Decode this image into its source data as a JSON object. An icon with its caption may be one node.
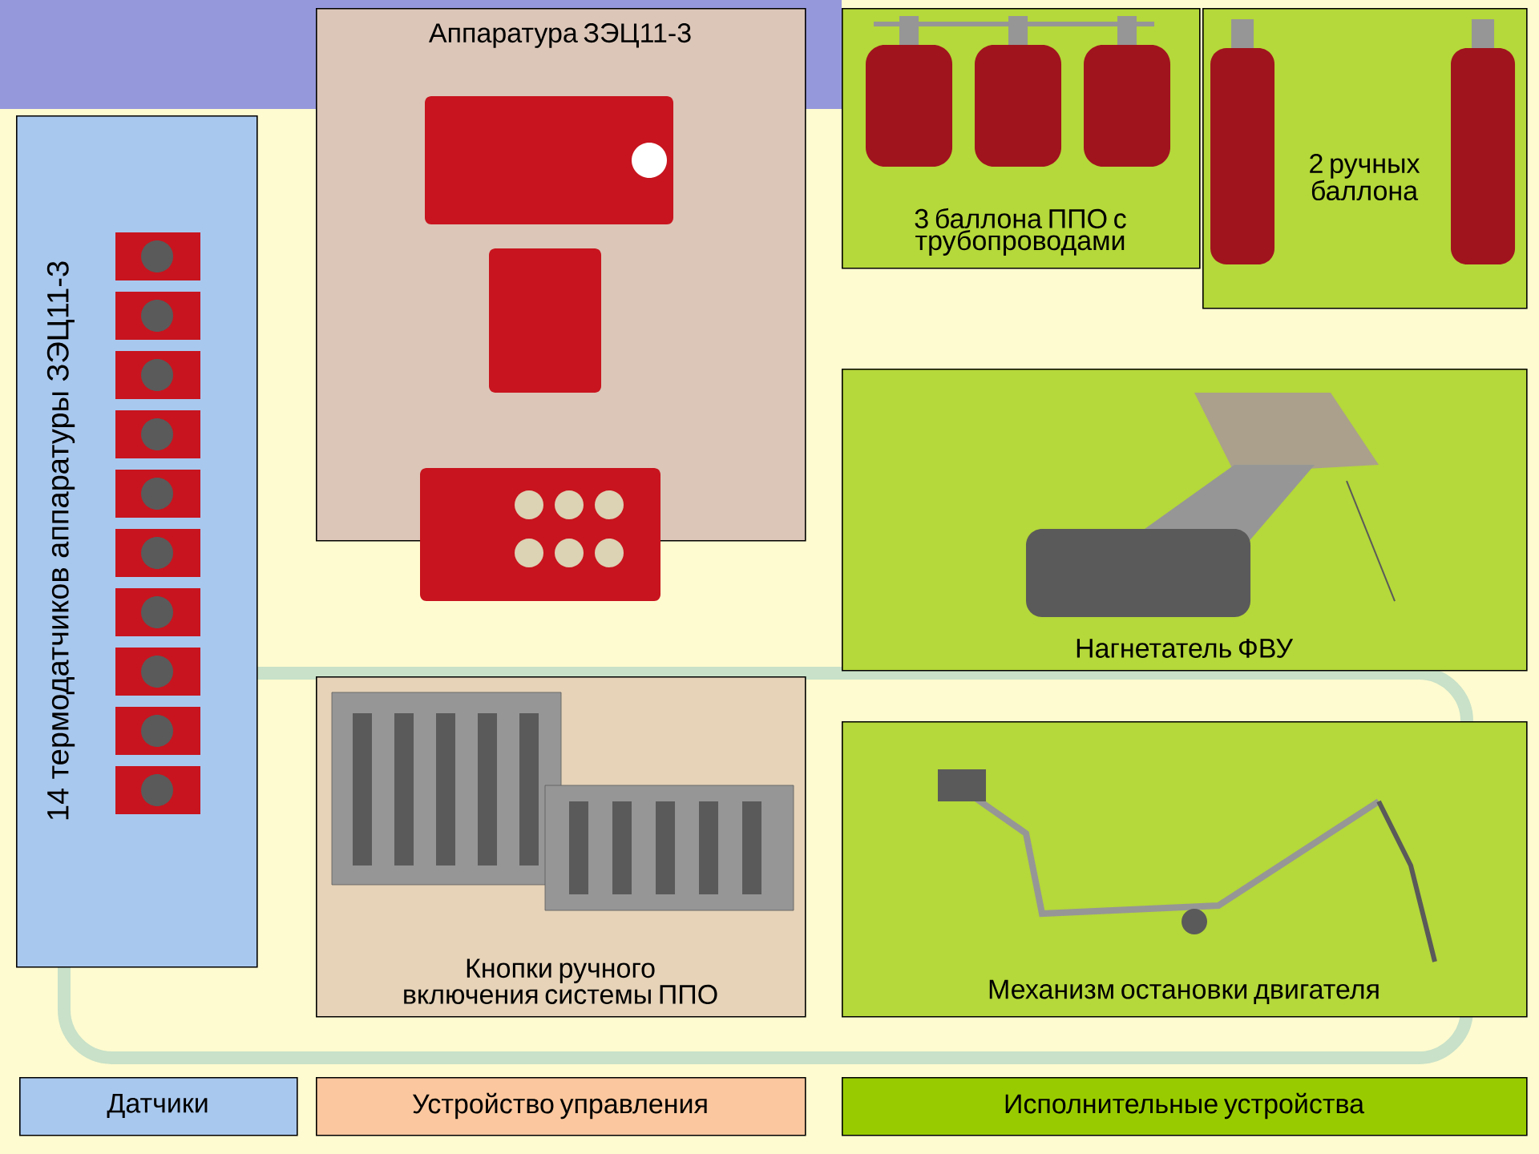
{
  "diagram": {
    "nodes": [
      {
        "text": [
          "14 термодатчиков аппаратуры ЗЭЦ11-3"
        ]
      },
      {
        "text": [
          "Аппаратура ЗЭЦ11-3"
        ]
      },
      {
        "text": [
          "Кнопки ручного включения системы ППО"
        ]
      },
      {
        "text": [
          "3 баллона ППО с трубопроводами"
        ]
      },
      {
        "text": [
          "2 ручных баллона"
        ]
      },
      {
        "text": [
          "Нагнетатель ФВУ"
        ]
      },
      {
        "text": [
          "Механизм остановки двигателя"
        ]
      },
      {
        "text": [
          "Датчики"
        ]
      },
      {
        "text": [
          "Устройство управления"
        ]
      },
      {
        "text": [
          "Исполнительные устройства"
        ]
      }
    ]
  }
}
